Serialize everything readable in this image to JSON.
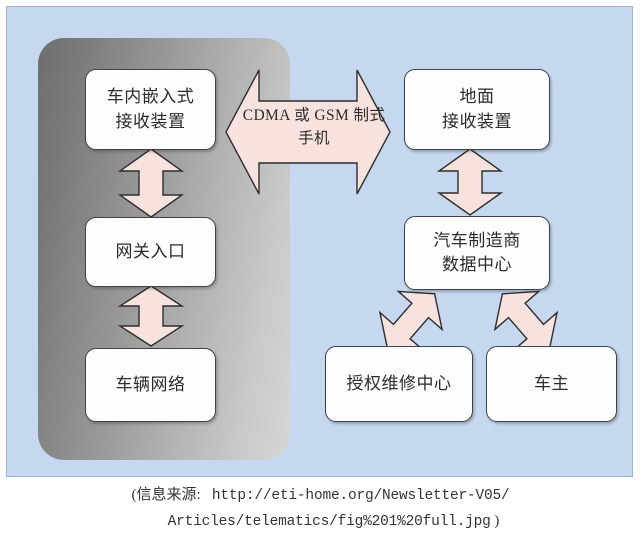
{
  "figure": {
    "background_color": "#c6d8ef",
    "panel_color_dark": "#6e6e6e",
    "panel_color_light": "#d6d6d6",
    "arrow_fill": "#f7e2dd",
    "arrow_stroke": "#2e2e2e",
    "node_fill": "#fdfdfd",
    "node_stroke": "#3b4250"
  },
  "nodes": {
    "embedded_receiver": {
      "line1": "车内嵌入式",
      "line2": "接收装置"
    },
    "gateway": {
      "line1": "网关入口"
    },
    "vehicle_network": {
      "line1": "车辆网络"
    },
    "ground_receiver": {
      "line1": "地面",
      "line2": "接收装置"
    },
    "data_center": {
      "line1": "汽车制造商",
      "line2": "数据中心"
    },
    "service_center": {
      "line1": "授权维修中心"
    },
    "car_owner": {
      "line1": "车主"
    }
  },
  "links": {
    "wireless": {
      "line1": "CDMA 或 GSM",
      "line2": "制式手机"
    }
  },
  "caption": {
    "prefix": "(信息来源:",
    "url_line1": "http://eti-home.org/Newsletter-V05/",
    "url_line2": "Articles/telematics/fig%201%20full.jpg",
    "suffix": ")"
  }
}
